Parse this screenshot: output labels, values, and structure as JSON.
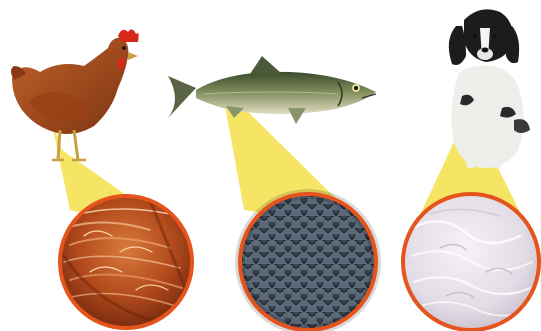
{
  "panels": [
    {
      "subject": "chicken",
      "detail": "feathers"
    },
    {
      "subject": "fish",
      "detail": "scales"
    },
    {
      "subject": "dog",
      "detail": "fur"
    }
  ],
  "colors": {
    "beam": "#f4e04a",
    "lens_rim": "#e4541c",
    "chicken": "#a8481c",
    "chicken_comb": "#d8281c",
    "fish_back": "#4a5a38",
    "fish_belly": "#d8d8b8",
    "dog_dark": "#1c1c1c",
    "dog_white": "#eeeeea",
    "feather_bg": "#b84e1e",
    "scale_bg": "#3c4654",
    "fur_bg": "#e8e2ea"
  }
}
